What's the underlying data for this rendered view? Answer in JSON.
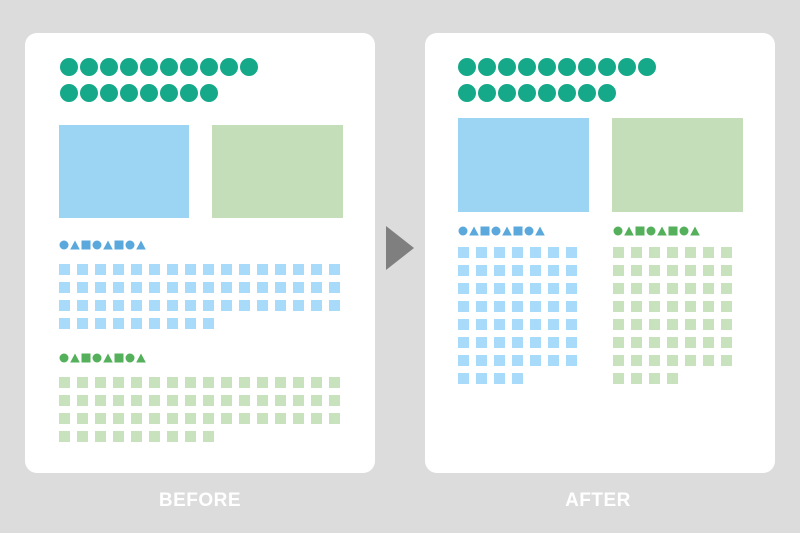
{
  "colors": {
    "background": "#dcdcdc",
    "teal": "#15a98a",
    "blue_block": "#9cd4f3",
    "green_block": "#c3deb8",
    "blue_shape": "#5ba8dc",
    "green_shape": "#54b05a",
    "blue_cell": "#a8dafa",
    "green_cell": "#c8e2bd",
    "arrow": "#7f7f7f"
  },
  "labels": {
    "before": "BEFORE",
    "after": "AFTER"
  },
  "icons": {
    "arrow": "triangle-right-icon",
    "shape_sequence": [
      "circle",
      "triangle",
      "square",
      "circle",
      "triangle",
      "square",
      "circle",
      "triangle"
    ]
  },
  "layout": {
    "title_dot_rows": [
      10,
      8
    ],
    "before_blue_text_cells": [
      16,
      16,
      16,
      9
    ],
    "before_green_text_cells": [
      16,
      16,
      16,
      9
    ],
    "after_blue_text_cells": [
      7,
      7,
      7,
      7,
      7,
      7,
      7,
      4
    ],
    "after_green_text_cells": [
      7,
      7,
      7,
      7,
      7,
      7,
      7,
      4
    ]
  }
}
